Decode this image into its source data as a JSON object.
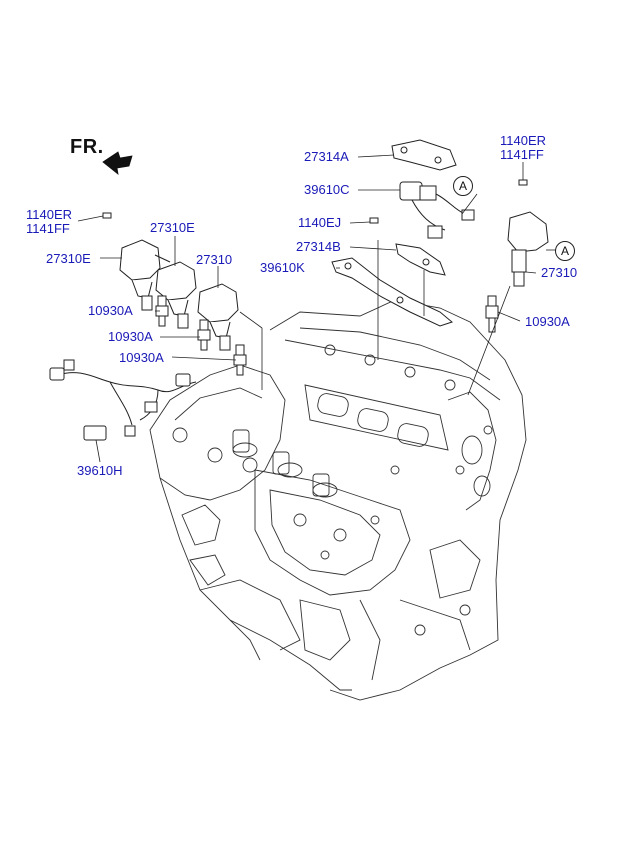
{
  "diagram": {
    "orientation_label": "FR.",
    "callout_letter": "A",
    "label_color": "#1a1ab8",
    "part_labels": {
      "bolt_left_1": "1140ER",
      "bolt_left_2": "1141FF",
      "coil_27310E_a": "27310E",
      "coil_27310E_b": "27310E",
      "coil_27310_left": "27310",
      "plug_a": "10930A",
      "plug_b": "10930A",
      "plug_c": "10930A",
      "harness_39610H": "39610H",
      "bracket_27314A": "27314A",
      "harness_39610C": "39610C",
      "bolt_1140EJ": "1140EJ",
      "bracket_27314B": "27314B",
      "harness_39610K": "39610K",
      "bolt_right_1": "1140ER",
      "bolt_right_2": "1141FF",
      "coil_27310_right": "27310",
      "plug_right": "10930A"
    }
  }
}
